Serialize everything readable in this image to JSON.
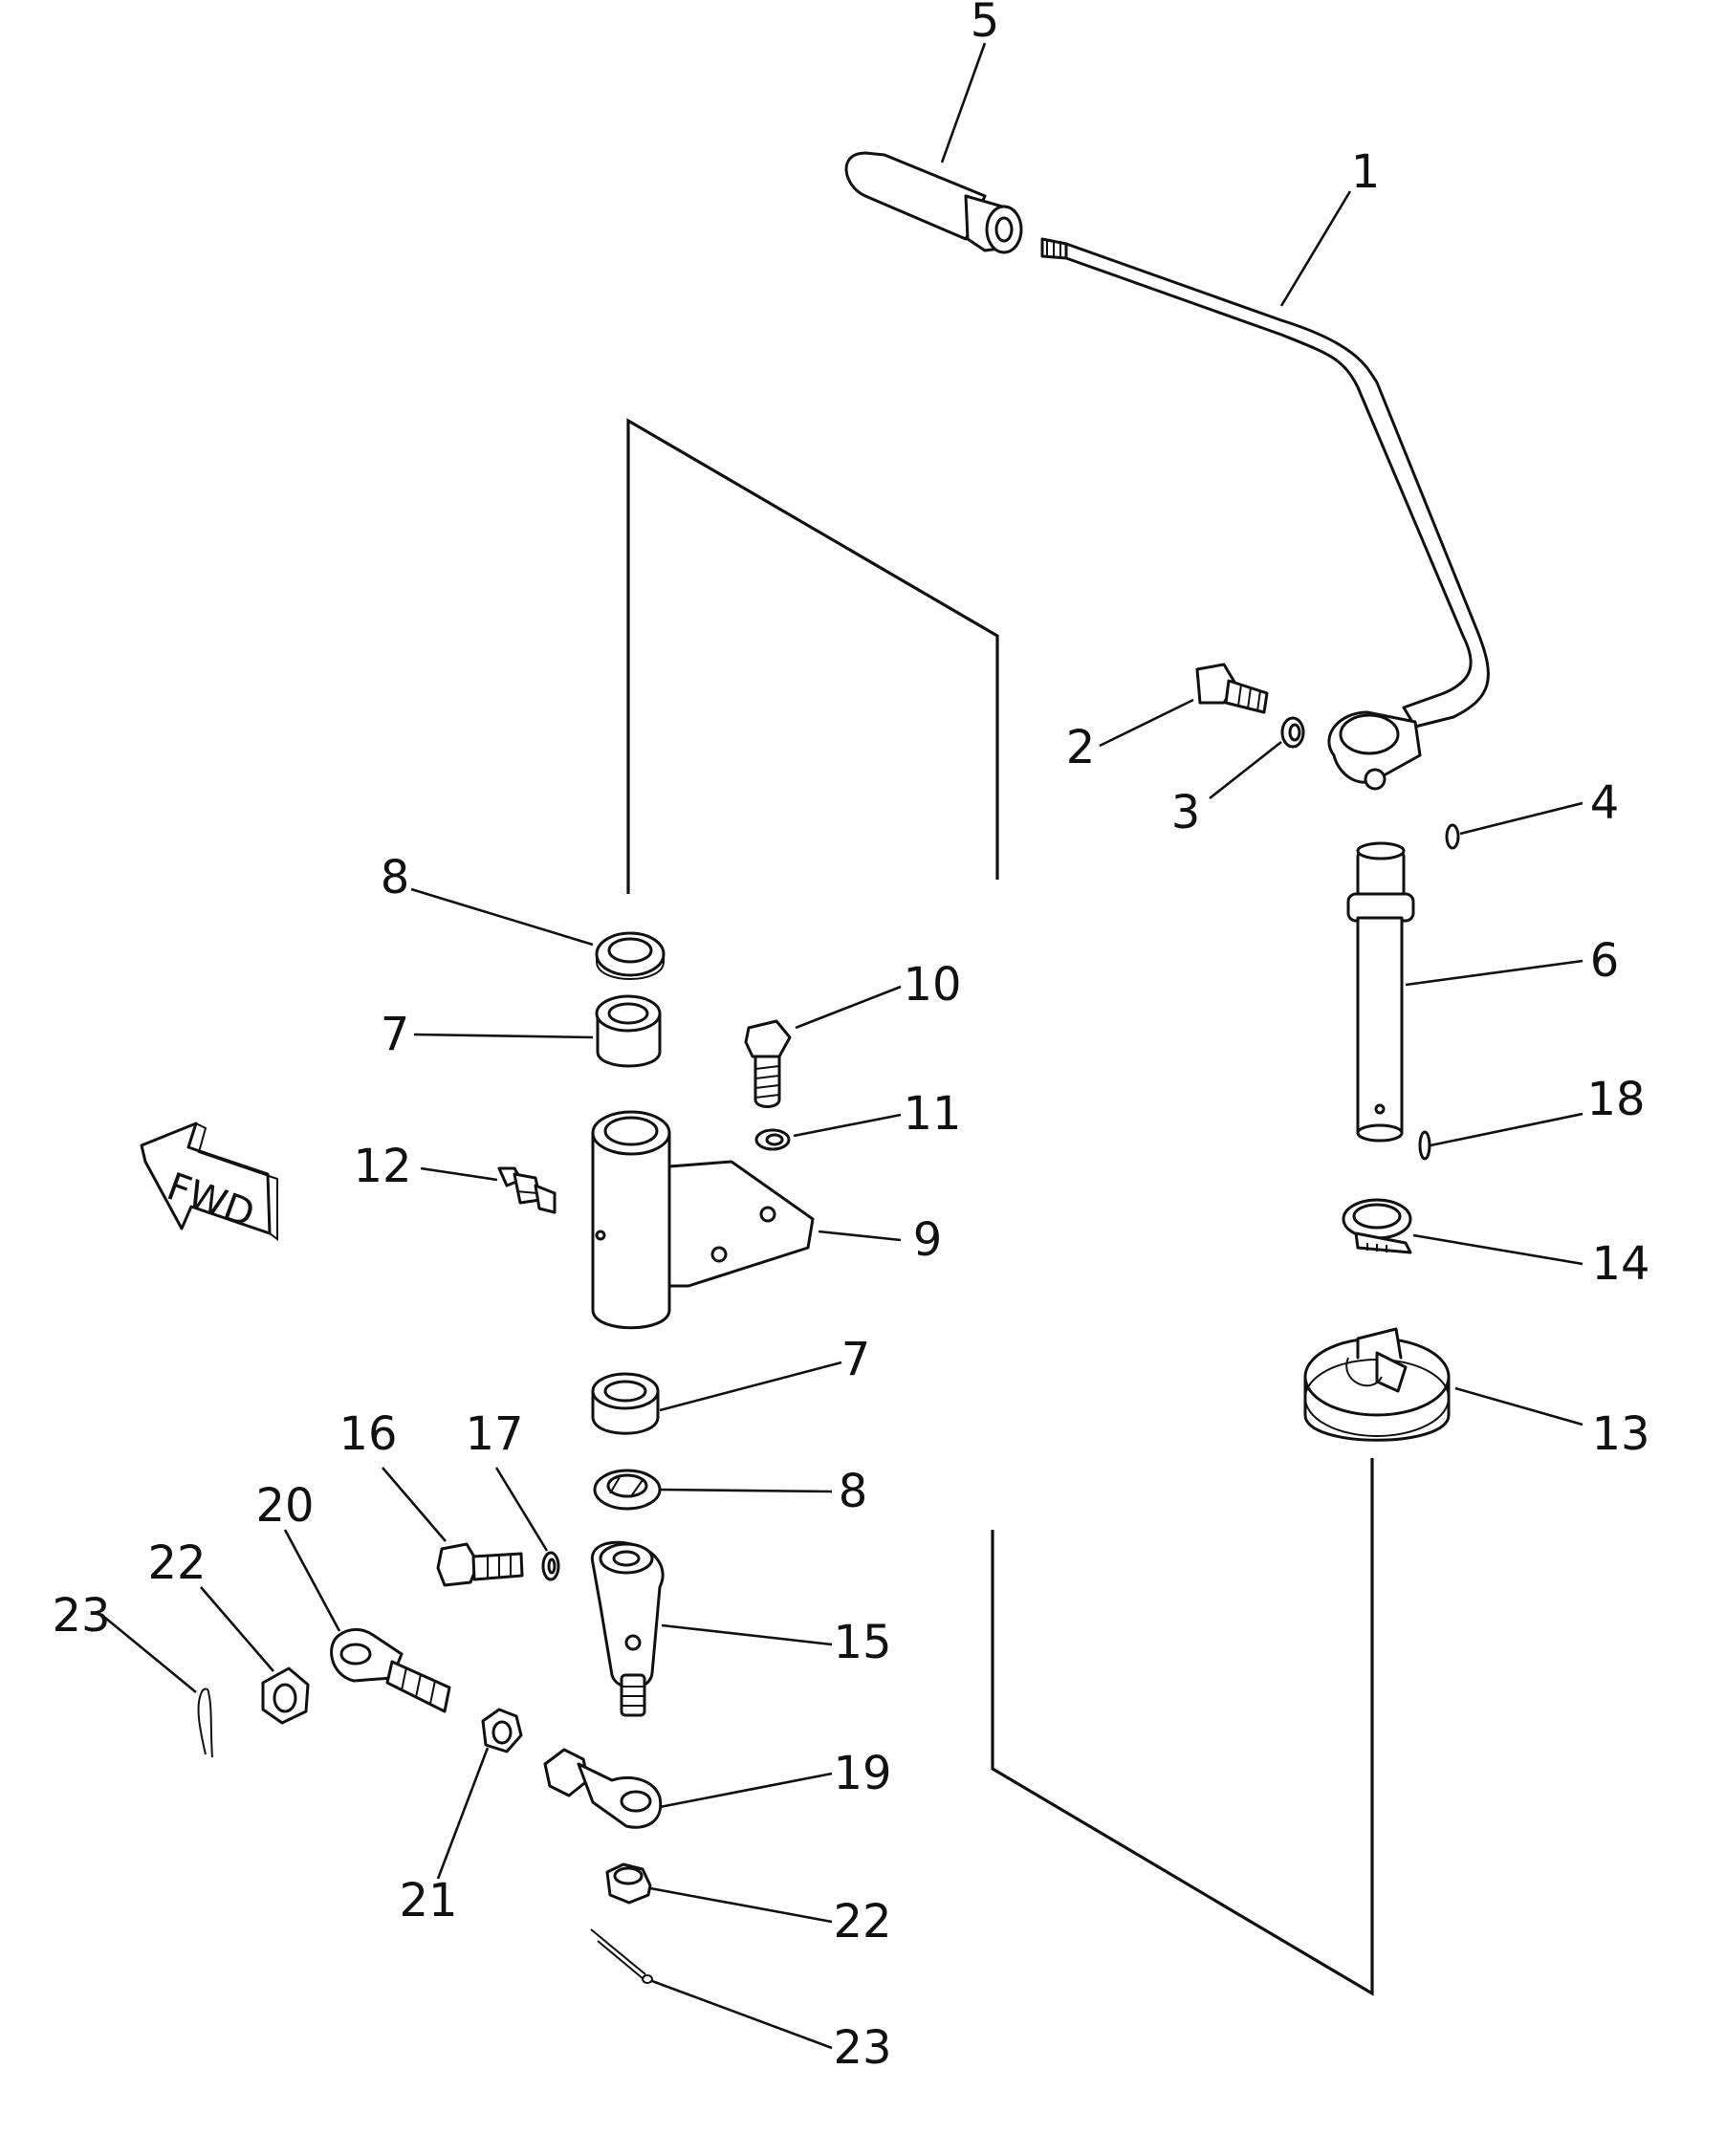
{
  "labels": {
    "p1": "1",
    "p2": "2",
    "p3": "3",
    "p4": "4",
    "p5": "5",
    "p6": "6",
    "p7a": "7",
    "p7b": "7",
    "p8a": "8",
    "p8b": "8",
    "p9": "9",
    "p10": "10",
    "p11": "11",
    "p12": "12",
    "p13": "13",
    "p14": "14",
    "p15": "15",
    "p16": "16",
    "p17": "17",
    "p18": "18",
    "p19": "19",
    "p20": "20",
    "p21": "21",
    "p22a": "22",
    "p22b": "22",
    "p23a": "23",
    "p23b": "23"
  },
  "fwd_arrow": {
    "text": "FWD"
  }
}
